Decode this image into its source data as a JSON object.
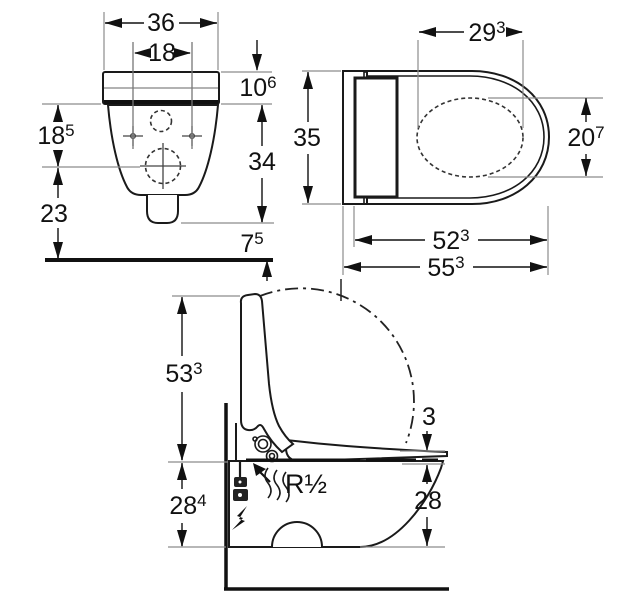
{
  "figure": {
    "kind": "dimensioned technical line drawing",
    "subject": "wall-hung shower toilet, three orthographic views"
  },
  "colors": {
    "line": "#111111",
    "extension_line": "#8c8c8c",
    "background": "#ffffff"
  },
  "views": {
    "front": {
      "dims": {
        "overall_width": {
          "main": "36"
        },
        "fixing_centres": {
          "main": "18"
        },
        "cover_height": {
          "main": "10",
          "sup": "6"
        },
        "cover_to_outlet_centre": {
          "main": "18",
          "sup": "5"
        },
        "height_below_cover": {
          "main": "34"
        },
        "outlet_centre_to_floor": {
          "main": "23"
        },
        "outlet_bottom_to_floor": {
          "main": "7",
          "sup": "5"
        }
      }
    },
    "top": {
      "dims": {
        "opening_length": {
          "main": "29",
          "sup": "3"
        },
        "width": {
          "main": "35"
        },
        "opening_width": {
          "main": "20",
          "sup": "7"
        },
        "pan_length": {
          "main": "52",
          "sup": "3"
        },
        "overall_length": {
          "main": "55",
          "sup": "3"
        }
      }
    },
    "side": {
      "dims": {
        "open_lid_height": {
          "main": "53",
          "sup": "3"
        },
        "seat_edge_overlap": {
          "main": "3"
        },
        "height_left": {
          "main": "28",
          "sup": "4"
        },
        "height_right": {
          "main": "28"
        },
        "water_connection": {
          "main": "R½"
        }
      },
      "symbols": {
        "electrical": "lightning-bolt-icon",
        "water_flow": "wavy-lines-icon",
        "lid_swing": "dash-dot-arc"
      }
    }
  }
}
